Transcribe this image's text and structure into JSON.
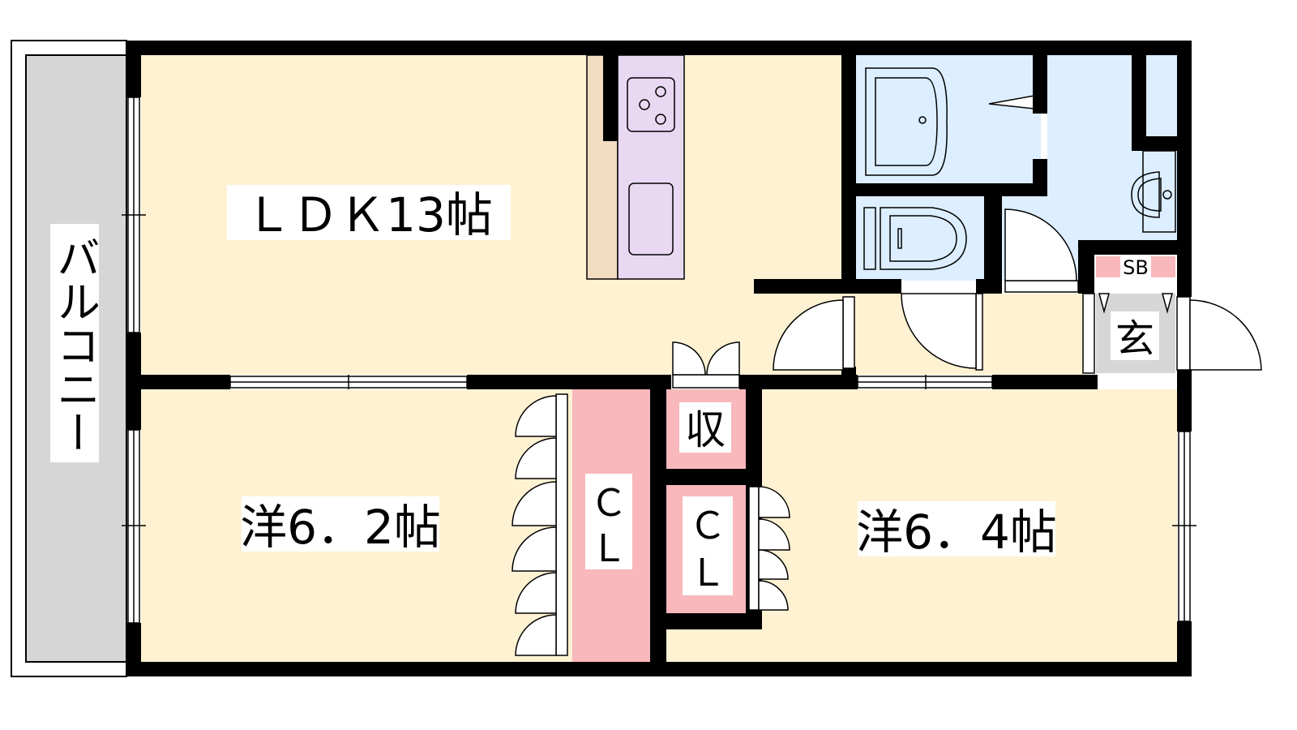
{
  "rooms": {
    "ldk": {
      "label": "ＬＤＫ13帖"
    },
    "western1": {
      "label": "洋6．2帖"
    },
    "western2": {
      "label": "洋6．4帖"
    },
    "balcony": {
      "label": "バルコニー"
    },
    "closet1": {
      "label_top": "Ｃ",
      "label_bottom": "Ｌ"
    },
    "closet2": {
      "label_top": "Ｃ",
      "label_bottom": "Ｌ"
    },
    "storage": {
      "label": "収"
    },
    "entrance": {
      "label": "玄"
    },
    "shoe_box": {
      "label": "SB"
    }
  },
  "colors": {
    "room_floor": "#fff2d2",
    "wet_area": "#dceeff",
    "closet": "#f8b8bc",
    "kitchen": "#e8d8f2",
    "counter": "#f2dcc2",
    "balcony": "#d6d6d6",
    "entrance": "#d6d6d6",
    "wall": "#000000"
  }
}
